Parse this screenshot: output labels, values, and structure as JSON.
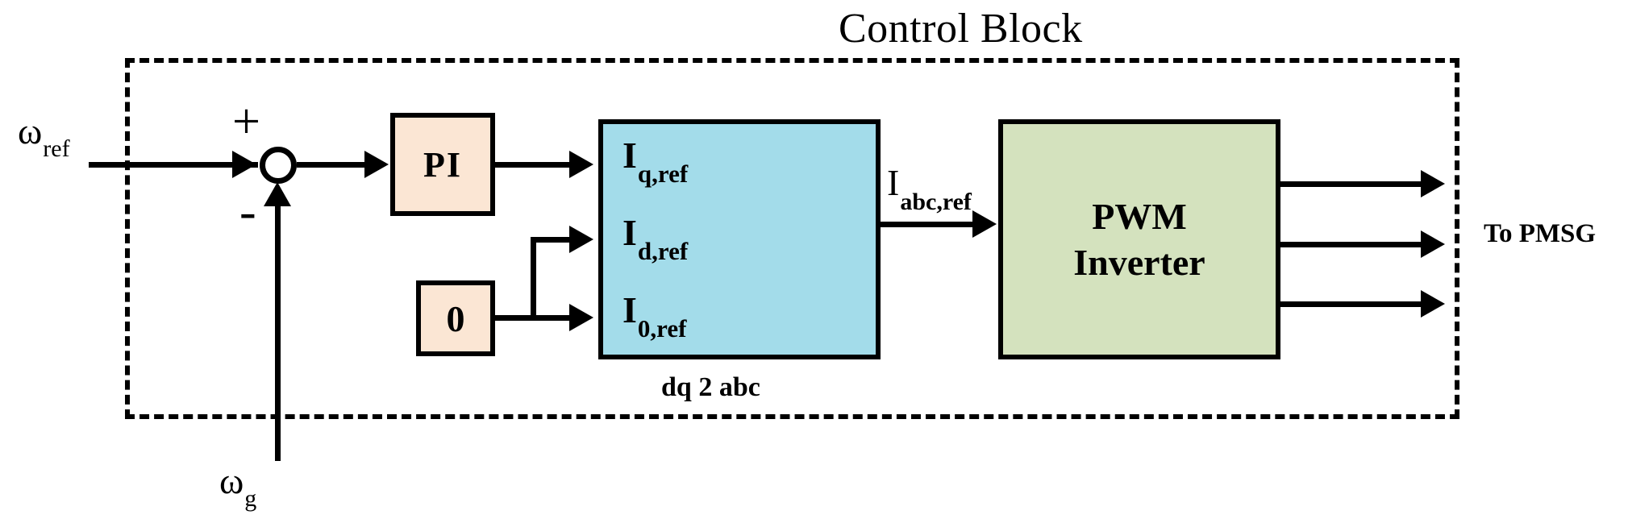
{
  "diagram": {
    "title": "Control Block",
    "boundary_style": "dashed",
    "external_label": "To PMSG",
    "inputs": [
      {
        "name": "omega-ref",
        "base": "ω",
        "subscript": "ref",
        "sign": "+"
      },
      {
        "name": "omega-g",
        "base": "ω",
        "subscript": "g",
        "sign": "-"
      }
    ],
    "signs": {
      "plus": "+",
      "minus": "-"
    },
    "blocks": [
      {
        "id": "pi",
        "label": "PI",
        "fill": "#FBE6D4"
      },
      {
        "id": "zero",
        "label": "0",
        "fill": "#FBE6D4"
      },
      {
        "id": "dq2abc",
        "label": "dq 2 abc",
        "fill": "#A3DCEA"
      },
      {
        "id": "pwm",
        "line1": "PWM",
        "line2": "Inverter",
        "fill": "#D4E2BE"
      }
    ],
    "currents": [
      {
        "base": "I",
        "subscript": "q,ref"
      },
      {
        "base": "I",
        "subscript": "d,ref"
      },
      {
        "base": "I",
        "subscript": "0,ref"
      }
    ],
    "bus_label": {
      "base": "I",
      "subscript": "abc,ref"
    },
    "output_lines": 3,
    "colors": {
      "stroke": "#000000",
      "background": "#FFFFFF",
      "pi_fill": "#FBE6D4",
      "zero_fill": "#FBE6D4",
      "dq2abc_fill": "#A3DCEA",
      "pwm_fill": "#D4E2BE"
    }
  }
}
